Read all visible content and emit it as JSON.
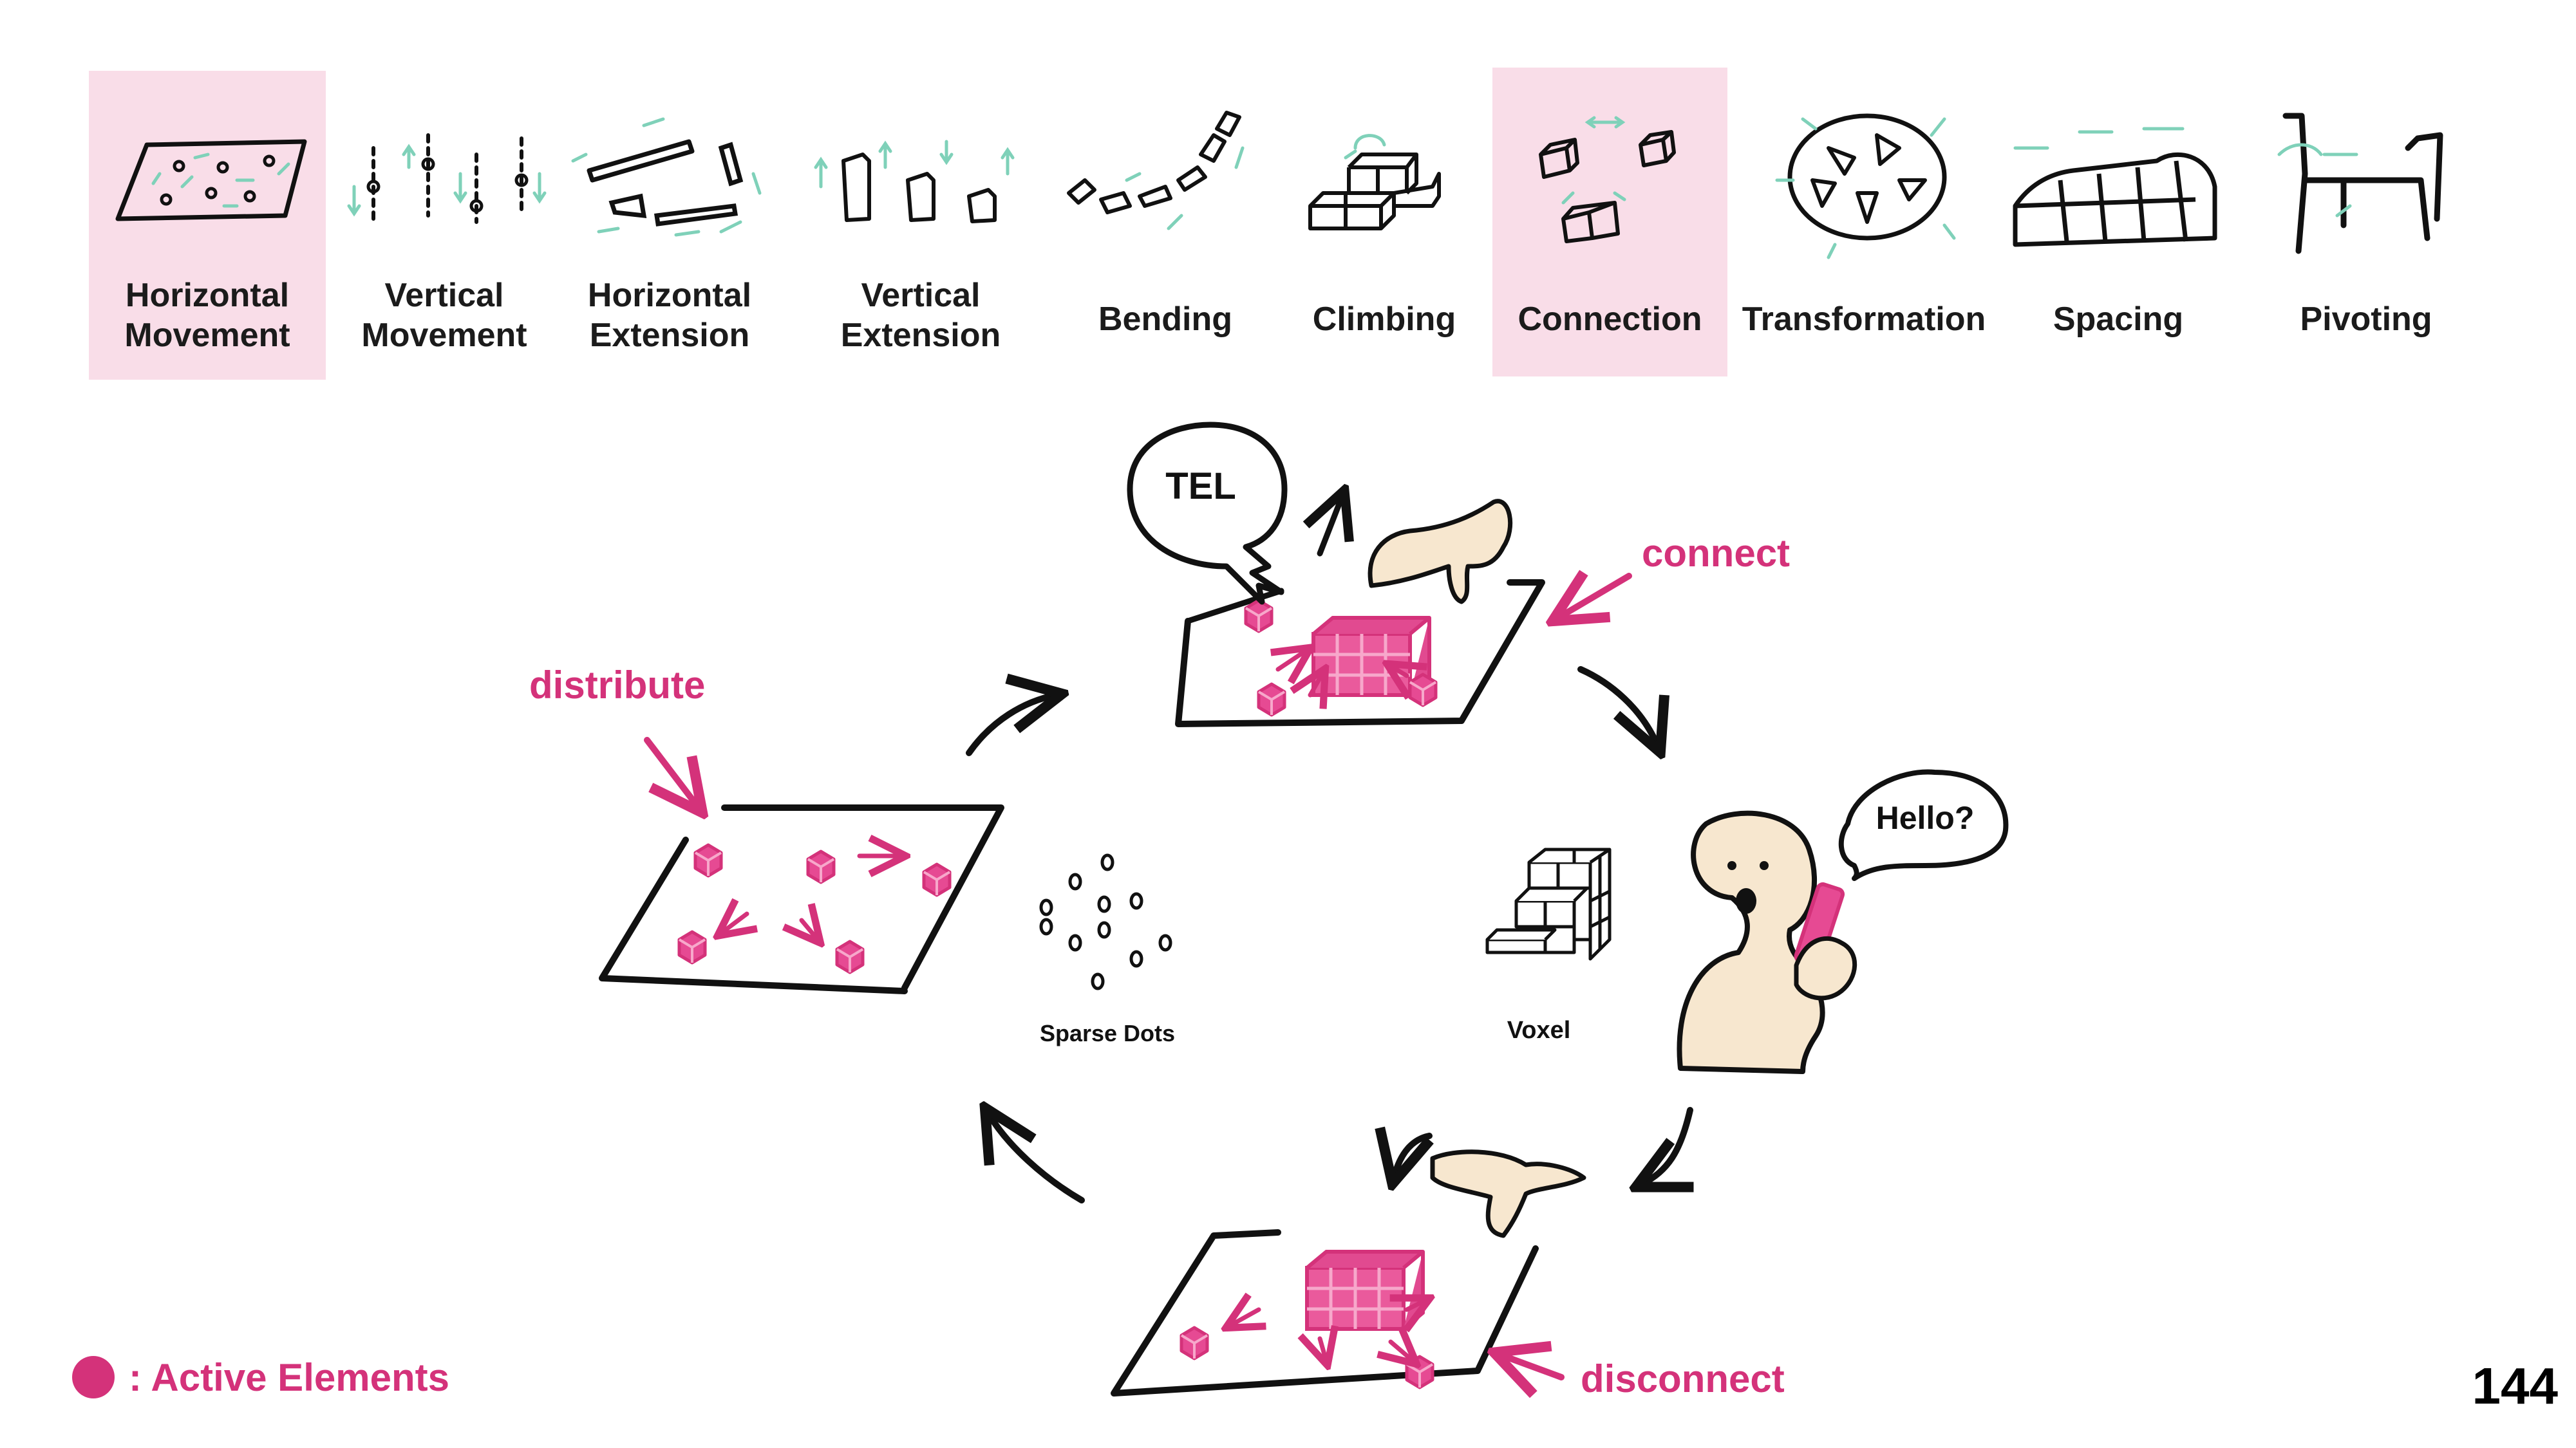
{
  "categories": [
    {
      "lines": [
        "Horizontal",
        "Movement"
      ],
      "highlighted": true
    },
    {
      "lines": [
        "Vertical",
        "Movement"
      ],
      "highlighted": false
    },
    {
      "lines": [
        "Horizontal",
        "Extension"
      ],
      "highlighted": false
    },
    {
      "lines": [
        "Vertical",
        "Extension"
      ],
      "highlighted": false
    },
    {
      "lines": [
        "Bending"
      ],
      "highlighted": false
    },
    {
      "lines": [
        "Climbing"
      ],
      "highlighted": false
    },
    {
      "lines": [
        "Connection"
      ],
      "highlighted": true
    },
    {
      "lines": [
        "Transformation"
      ],
      "highlighted": false
    },
    {
      "lines": [
        "Spacing"
      ],
      "highlighted": false
    },
    {
      "lines": [
        "Pivoting"
      ],
      "highlighted": false
    }
  ],
  "diagram": {
    "speech_tel": "TEL",
    "speech_hello": "Hello?",
    "connect": "connect",
    "distribute": "distribute",
    "disconnect": "disconnect",
    "sparse_dots": "Sparse Dots",
    "voxel": "Voxel"
  },
  "legend": {
    "label": ": Active Elements"
  },
  "page_number": "144",
  "colors": {
    "accent": "#d4327a",
    "highlight_bg": "#f9dde8",
    "teal_arrow": "#7fd1b9",
    "skin": "#f7e7cf",
    "ink": "#111111"
  }
}
